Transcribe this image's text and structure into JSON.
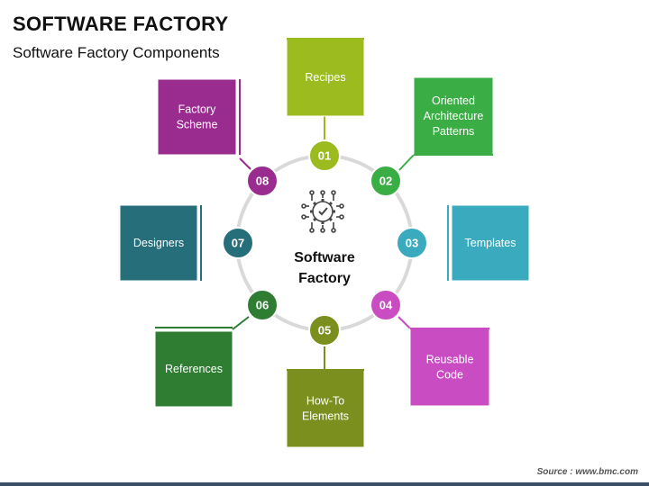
{
  "header": {
    "title": "SOFTWARE FACTORY",
    "subtitle": "Software Factory Components"
  },
  "center": {
    "lines": [
      "Software",
      "Factory"
    ],
    "icon": "gear-circuit-check-icon"
  },
  "items": [
    {
      "number": "01",
      "lines": [
        "Recipes"
      ],
      "color": "#9cbb1f"
    },
    {
      "number": "02",
      "lines": [
        "Oriented",
        "Architecture",
        "Patterns"
      ],
      "color": "#3aae44"
    },
    {
      "number": "03",
      "lines": [
        "Templates"
      ],
      "color": "#3aabbf"
    },
    {
      "number": "04",
      "lines": [
        "Reusable",
        "Code"
      ],
      "color": "#c94cc3"
    },
    {
      "number": "05",
      "lines": [
        "How-To",
        "Elements"
      ],
      "color": "#7b8f1e"
    },
    {
      "number": "06",
      "lines": [
        "References"
      ],
      "color": "#2e7d32"
    },
    {
      "number": "07",
      "lines": [
        "Designers"
      ],
      "color": "#266e7a"
    },
    {
      "number": "08",
      "lines": [
        "Factory",
        "Scheme"
      ],
      "color": "#9a2c90"
    }
  ],
  "footer": {
    "source": "Source : www.bmc.com"
  }
}
